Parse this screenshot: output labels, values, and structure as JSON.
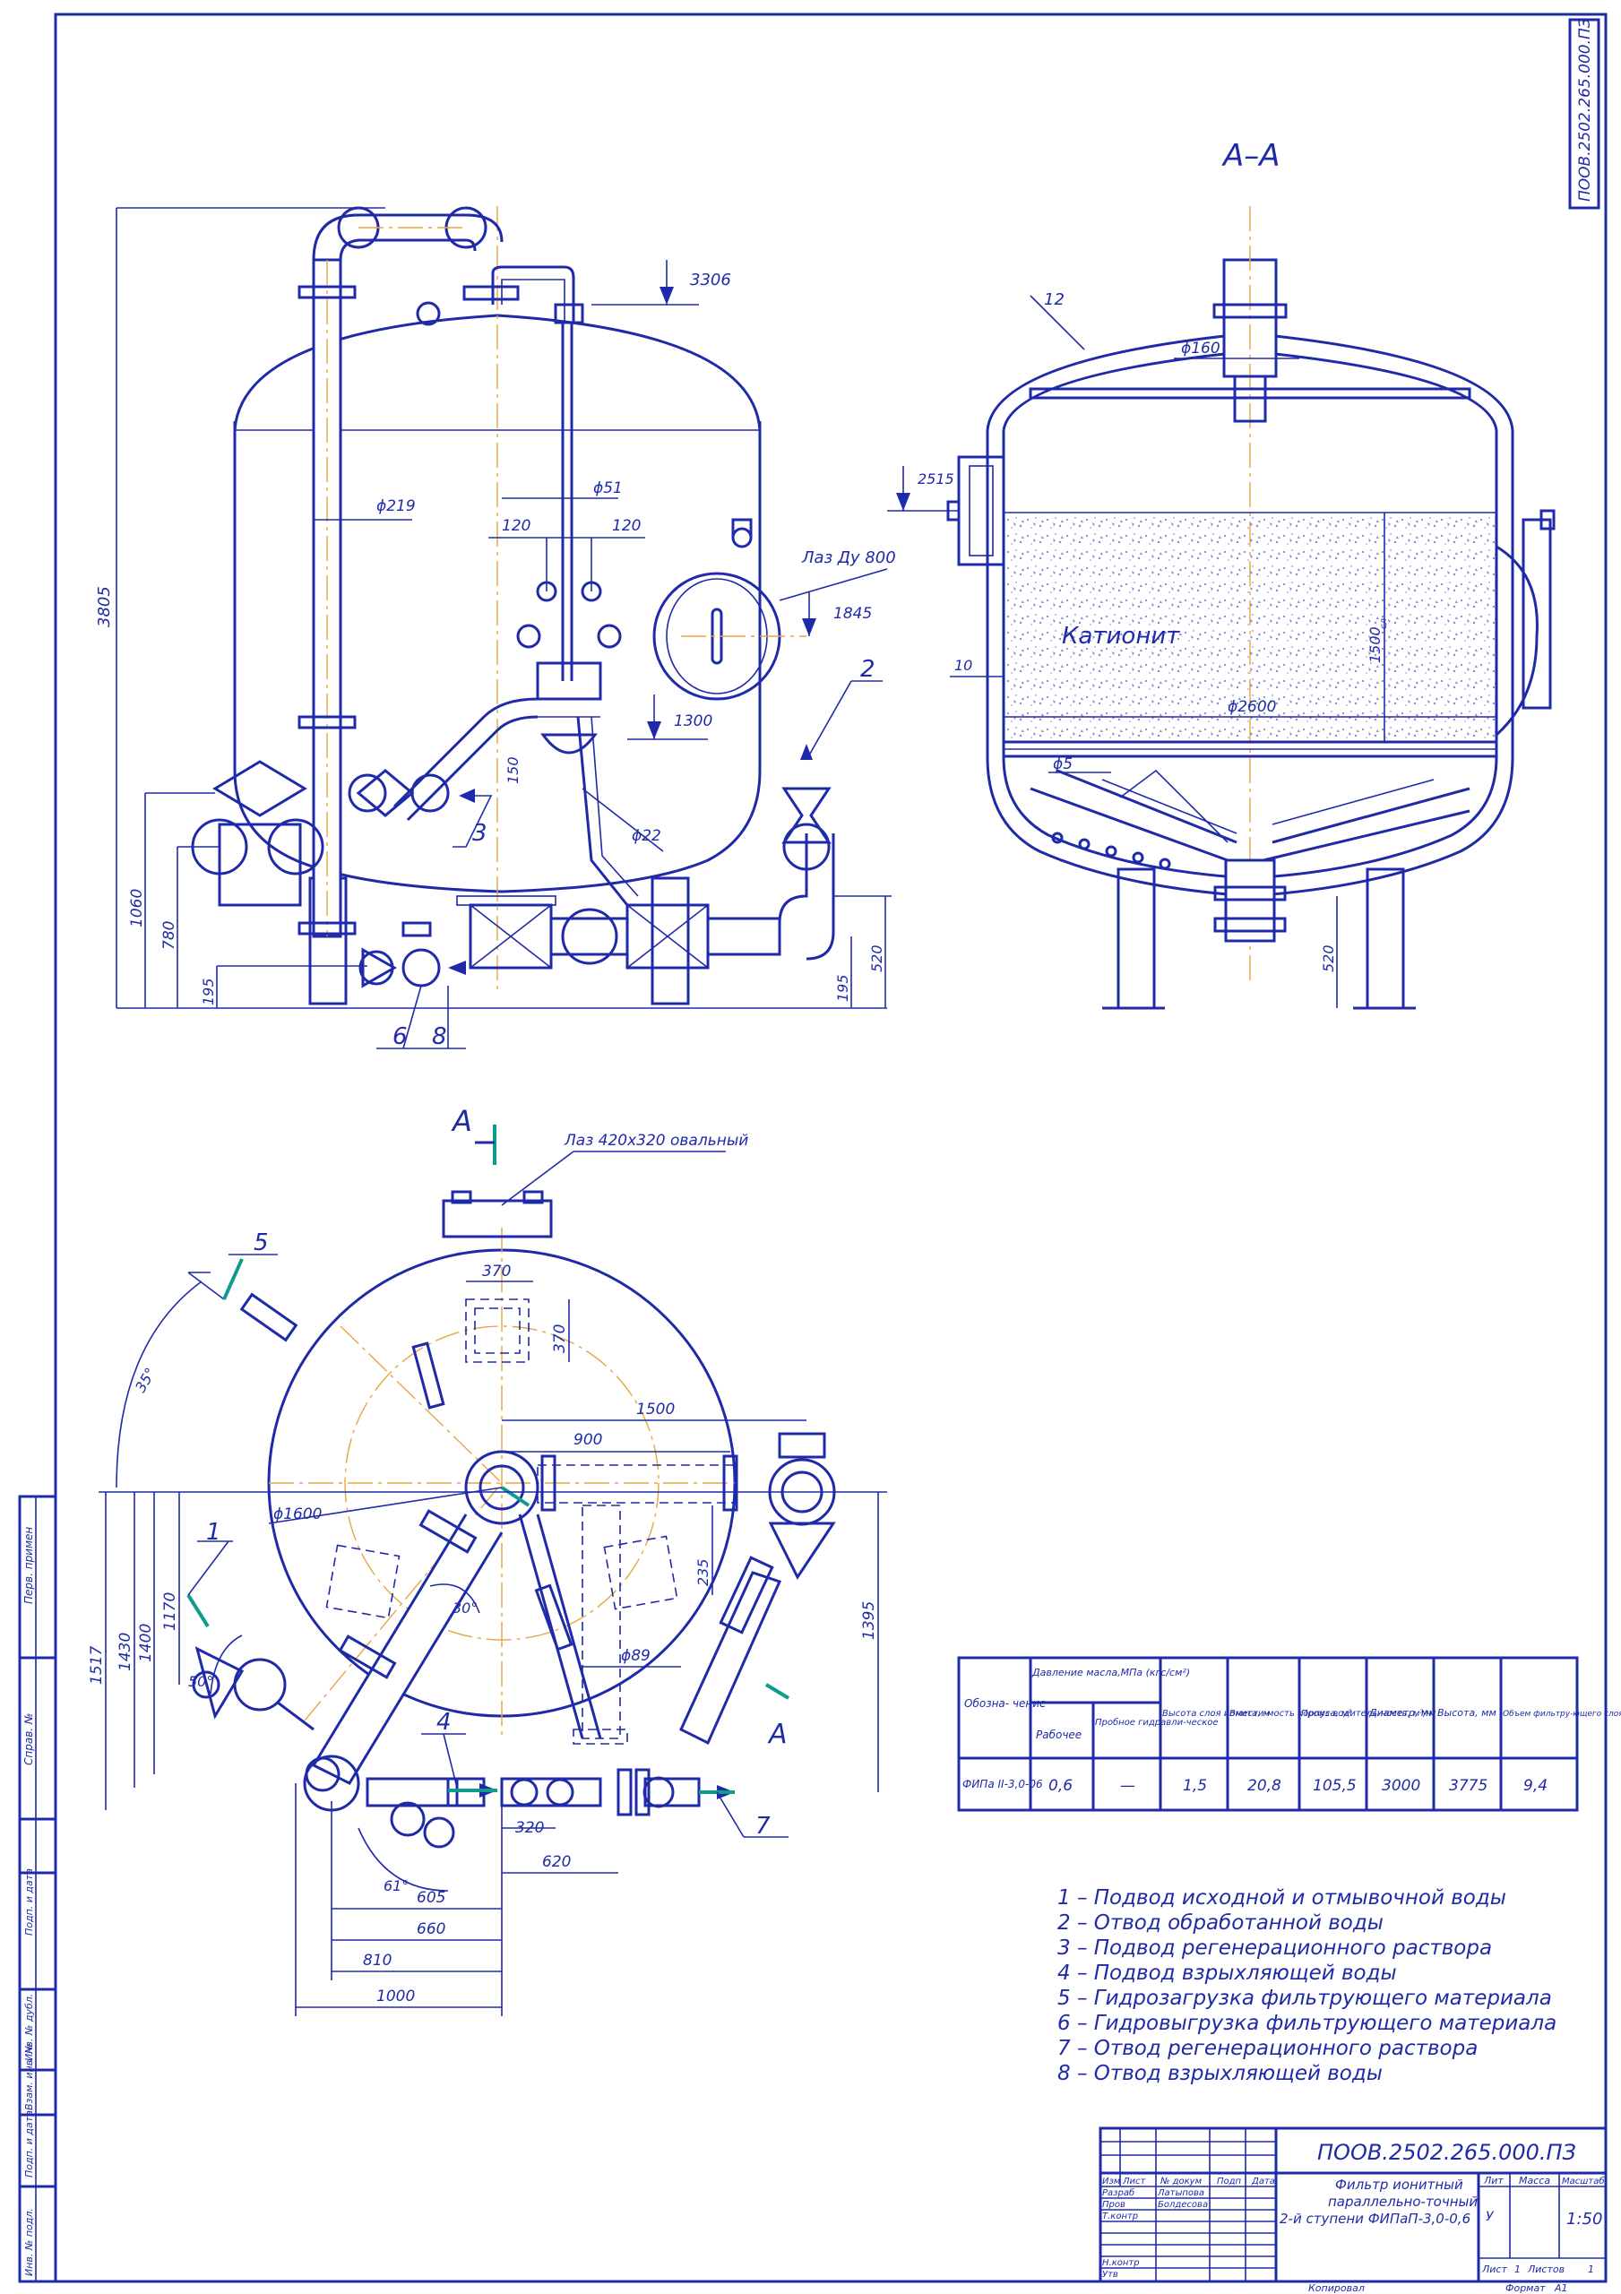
{
  "document": {
    "code_vertical": "ПООВ.2502.265.000.ПЗ",
    "section_title": "А–А"
  },
  "front_view": {
    "dimensions": {
      "height_total": "3805",
      "top_level": "3306",
      "pipe_dia_219": "ϕ219",
      "pipe_dia_51": "ϕ51",
      "offset_left": "120",
      "offset_right": "120",
      "manhole_label": "Лаз Ду 800",
      "manhole_level": "1845",
      "level_1300": "1300",
      "dim_150": "150",
      "pipe_dia_22": "ϕ22",
      "dim_1060": "1060",
      "dim_780": "780",
      "dim_195_left": "195",
      "dim_195_right": "195",
      "dim_520": "520"
    },
    "callouts": [
      "2",
      "3",
      "6",
      "8"
    ]
  },
  "section_view": {
    "dimensions": {
      "callout_12": "12",
      "pipe_dia_160": "ϕ160",
      "level_2515": "2515",
      "wall_10": "10",
      "layer_height": "1500",
      "layer_height_sub": "сл",
      "inner_dia": "ϕ2600",
      "nozzle_dia": "ϕ5",
      "leg_520": "520"
    },
    "media_label": "Катионит"
  },
  "plan_view": {
    "section_mark": "А",
    "manhole_oval": "Лаз 420х320 овальный",
    "dimensions": {
      "d370_h": "370",
      "d370_v": "370",
      "d1500": "1500",
      "d900": "900",
      "dia1600": "ϕ1600",
      "d235": "235",
      "angle_30": "30°",
      "dia89": "ϕ89",
      "angle_35": "35°",
      "angle_50": "50°",
      "angle_61": "61°",
      "d1517": "1517",
      "d1430": "1430",
      "d1400": "1400",
      "d1170": "1170",
      "d1395": "1395",
      "d320": "320",
      "d620": "620",
      "d605": "605",
      "d660": "660",
      "d810": "810",
      "d1000": "1000"
    },
    "callouts": [
      "5",
      "1",
      "4",
      "7",
      "А"
    ]
  },
  "spec_table": {
    "headers": {
      "designation": "Обозна-\nчение",
      "pressure": "Давление масла,МПа (кгс/см²)",
      "working": "Рабочее",
      "test": "Пробное гидравли-ческое",
      "layer_height": "Высота слоя ионита, м",
      "capacity": "Вмести-мость корпуса, м³",
      "productivity": "Произ-водитель-ность, м³/ч",
      "diameter": "Диаметр, мм",
      "height": "Высота, мм",
      "volume": "Объем фильтру-ющего слоя, м³"
    },
    "row": {
      "designation": "ФИПа II-3,0-06",
      "working": "0,6",
      "test": "—",
      "layer_height": "1,5",
      "capacity": "20,8",
      "productivity": "105,5",
      "diameter": "3000",
      "height": "3775",
      "volume": "9,4"
    }
  },
  "legend": [
    "1 – Подвод исходной и отмывочной воды",
    "2 – Отвод обработанной воды",
    "3 – Подвод регенерационного раствора",
    "4 – Подвод взрыхляющей воды",
    "5 – Гидрозагрузка фильтрующего материала",
    "6 – Гидровыгрузка фильтрующего материала",
    "7 – Отвод регенерационного раствора",
    "8 – Отвод взрыхляющей воды"
  ],
  "title_block": {
    "doc_code": "ПООВ.2502.265.000.ПЗ",
    "title_lines": [
      "Фильтр ионитный",
      "параллельно-точный",
      "2-й ступени ФИПаП-3,0-0,6"
    ],
    "col_izm": "Изм",
    "col_list": "Лист",
    "col_doc": "№ докум",
    "col_sign": "Подп",
    "col_date": "Дата",
    "razrab": "Разраб",
    "razrab_name": "Латыпова",
    "prov": "Пров",
    "prov_name": "Болдесова",
    "tkontr": "Т.контр",
    "nkontr": "Н.контр",
    "utv": "Утв",
    "lit": "Лит",
    "mass": "Масса",
    "scale_label": "Масштаб",
    "lit_val": "У",
    "scale": "1:50",
    "sheet": "Лист",
    "sheet_no": "1",
    "sheets": "Листов",
    "sheets_no": "1",
    "copied": "Копировал",
    "format": "Формат",
    "format_val": "А1"
  },
  "side_stamp": {
    "perv_primen": "Перв. примен",
    "sprav": "Справ. №",
    "podp_data_1": "Подп. и дата",
    "inv_dubl": "Инв. № дубл.",
    "vzam_inv": "Взам. инв. №",
    "podp_data_2": "Подп. и дата",
    "inv_podl": "Инв. № подл."
  }
}
